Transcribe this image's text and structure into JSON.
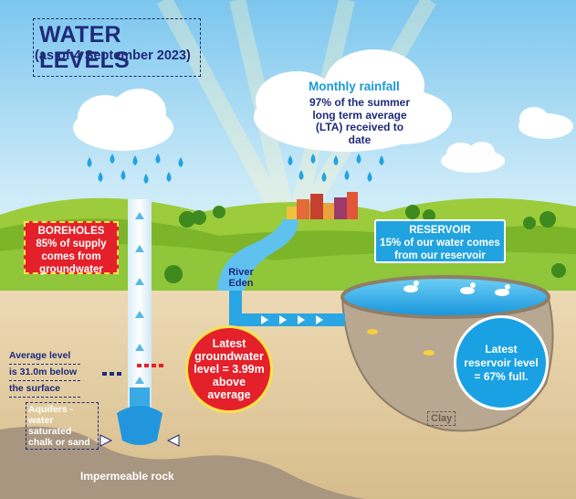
{
  "title": "WATER LEVELS",
  "subtitle": "(as of  4 September 2023)",
  "rainfall": {
    "title": "Monthly rainfall",
    "text": "97% of the summer long term average (LTA) received to date"
  },
  "boreholes": {
    "line1": "BOREHOLES",
    "line2": "85% of supply",
    "line3": "comes from",
    "line4": "groundwater"
  },
  "reservoir": {
    "line1": "RESERVOIR",
    "line2": "15% of our water comes",
    "line3": "from our reservoir"
  },
  "river": {
    "line1": "River",
    "line2": "Eden"
  },
  "average_level": {
    "line1": "Average level",
    "line2": "is 31.0m below",
    "line3": "the surface"
  },
  "aquifers": "Aquifers - water saturated chalk or sand",
  "groundwater": {
    "line1": "Latest",
    "line2": "groundwater",
    "line3": "level = 3.99m",
    "line4": "above",
    "line5": "average"
  },
  "reservoir_level": {
    "line1": "Latest",
    "line2": "reservoir level",
    "line3": "= 67% full."
  },
  "clay": "Clay",
  "rock": "Impermeable rock",
  "colors": {
    "navy": "#1f2a7a",
    "red": "#e4202a",
    "blue": "#21a3e0",
    "yellow": "#fde14a"
  }
}
